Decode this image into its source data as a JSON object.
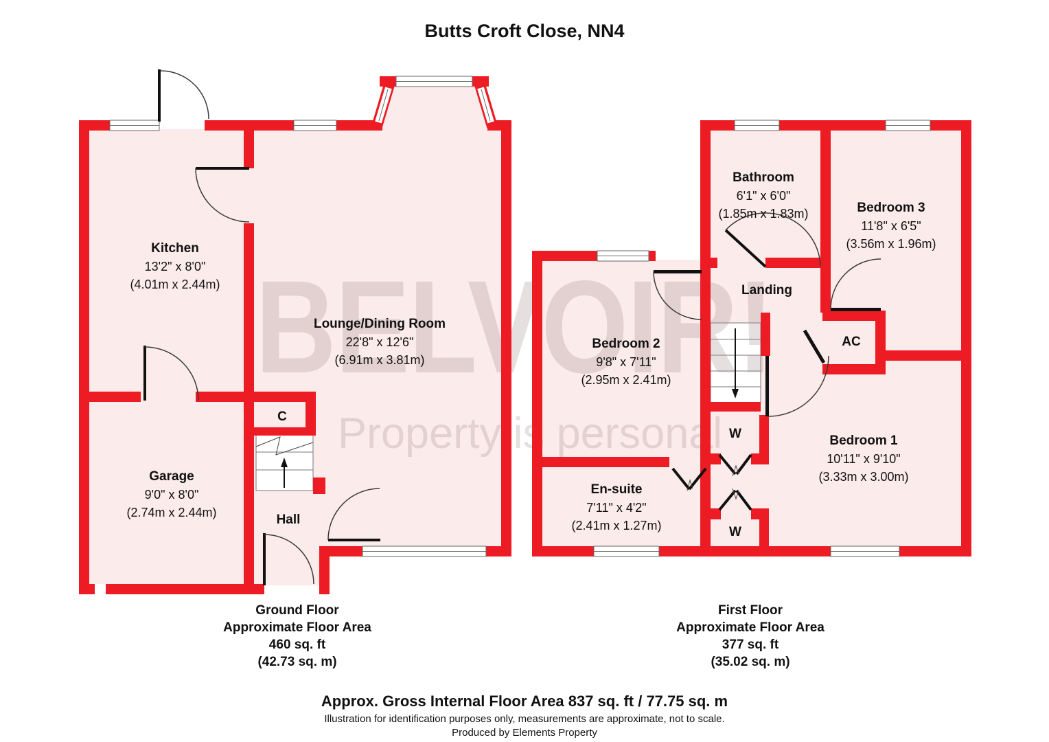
{
  "title": "Butts Croft Close, NN4",
  "watermark": {
    "line1": "BELVOIR!",
    "line2": "Property is personal"
  },
  "ground_floor": {
    "rooms": [
      {
        "name": "Kitchen",
        "dims_ft": "13'2\" x 8'0\"",
        "dims_m": "(4.01m x 2.44m)"
      },
      {
        "name": "Lounge/Dining Room",
        "dims_ft": "22'8\" x 12'6\"",
        "dims_m": "(6.91m x 3.81m)"
      },
      {
        "name": "Garage",
        "dims_ft": "9'0\" x 8'0\"",
        "dims_m": "(2.74m x 2.44m)"
      },
      {
        "name": "Hall"
      },
      {
        "name": "C"
      }
    ],
    "caption": {
      "line1": "Ground Floor",
      "line2": "Approximate Floor Area",
      "line3": "460 sq. ft",
      "line4": "(42.73 sq. m)"
    }
  },
  "first_floor": {
    "rooms": [
      {
        "name": "Bathroom",
        "dims_ft": "6'1\" x 6'0\"",
        "dims_m": "(1.85m x 1.83m)"
      },
      {
        "name": "Bedroom 3",
        "dims_ft": "11'8\" x 6'5\"",
        "dims_m": "(3.56m x 1.96m)"
      },
      {
        "name": "Landing"
      },
      {
        "name": "Bedroom 2",
        "dims_ft": "9'8\" x 7'11\"",
        "dims_m": "(2.95m x 2.41m)"
      },
      {
        "name": "AC"
      },
      {
        "name": "Bedroom 1",
        "dims_ft": "10'11\" x 9'10\"",
        "dims_m": "(3.33m x 3.00m)"
      },
      {
        "name": "En-suite",
        "dims_ft": "7'11\" x 4'2\"",
        "dims_m": "(2.41m x 1.27m)"
      },
      {
        "name": "W"
      },
      {
        "name": "W"
      }
    ],
    "caption": {
      "line1": "First Floor",
      "line2": "Approximate Floor Area",
      "line3": "377 sq. ft",
      "line4": "(35.02 sq. m)"
    }
  },
  "footer": {
    "line1": "Approx. Gross Internal Floor Area 837 sq. ft / 77.75 sq. m",
    "line2": "Illustration for identification purposes only, measurements are approximate, not to scale.",
    "line3": "Produced by Elements Property"
  },
  "colors": {
    "wall": "#ed1c24",
    "room_fill": "#fcebeb",
    "door": "#111111",
    "arc": "#3a3a3a",
    "watermark": "#cfc2c2"
  }
}
